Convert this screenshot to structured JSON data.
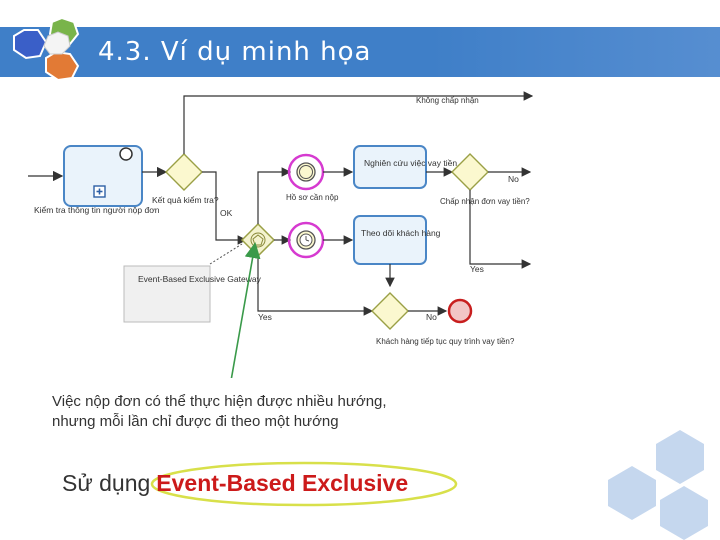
{
  "slide": {
    "title": "4.3. Ví dụ minh họa"
  },
  "diagram": {
    "start_task_label": "Kiểm tra thông tin người nộp đơn",
    "gateway1_label": "Kết quả kiểm tra?",
    "ok_label": "OK",
    "reject_top_label": "Không chấp nhận",
    "event1_label": "Hồ sơ cần nộp",
    "task1_label": "Nghiên cứu việc vay tiền",
    "task2_label": "Theo dõi khách hàng",
    "gateway2_label": "Chấp nhận đơn vay tiền?",
    "no_label": "No",
    "yes_label": "Yes",
    "gateway3_label": "Khách hàng tiếp tục quy trình vay tiền?",
    "callout_label": "Event-Based Exclusive Gateway"
  },
  "note": {
    "line1": "Việc nộp đơn có thể thực hiện được nhiều hướng,",
    "line2": "nhưng mỗi lần chỉ được đi theo một hướng"
  },
  "usage": {
    "prefix": "Sử dụng",
    "highlight": "Event-Based Exclusive"
  },
  "colors": {
    "title_bar": "#3f7fc8",
    "highlight_red": "#cc1a1a",
    "magenta_ring": "#d63ad0",
    "arrow_green": "#3a9a4a",
    "oval_yellow": "#d8e04a"
  }
}
